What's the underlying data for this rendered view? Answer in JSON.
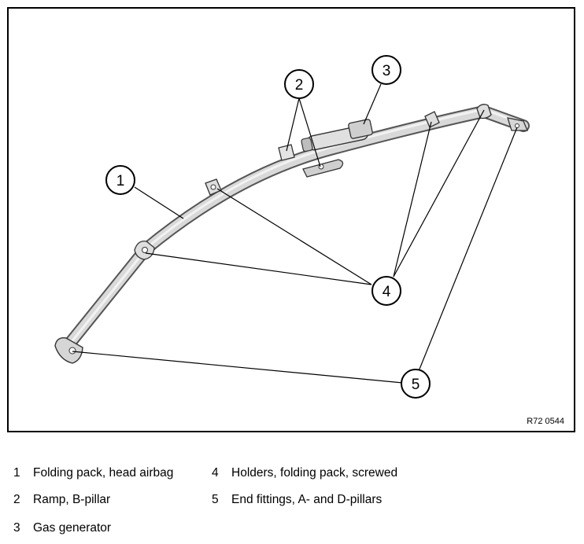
{
  "figure": {
    "code": "R72 0544",
    "callouts": [
      "1",
      "2",
      "3",
      "4",
      "5"
    ]
  },
  "legend": [
    {
      "num": "1",
      "text": "Folding pack, head airbag"
    },
    {
      "num": "2",
      "text": "Ramp, B-pillar"
    },
    {
      "num": "3",
      "text": "Gas generator"
    },
    {
      "num": "4",
      "text": "Holders, folding pack, screwed"
    },
    {
      "num": "5",
      "text": "End fittings, A- and D-pillars"
    }
  ]
}
